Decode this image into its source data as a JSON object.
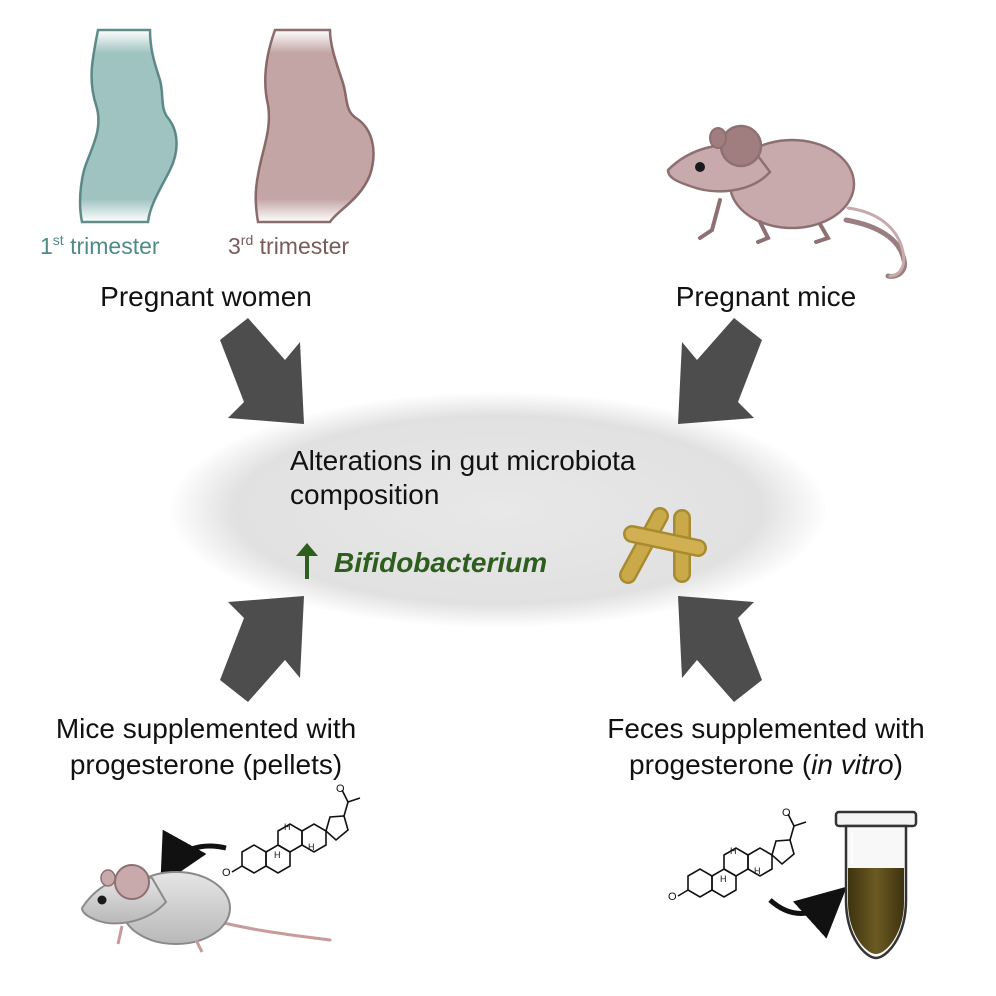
{
  "trimesters": {
    "first": {
      "num": "1",
      "sup": "st",
      "word": " trimester",
      "color": "#4f8a8a"
    },
    "third": {
      "num": "3",
      "sup": "rd",
      "word": " trimester",
      "color": "#7a5a5a"
    }
  },
  "labels": {
    "pregnant_women": "Pregnant women",
    "pregnant_mice": "Pregnant mice",
    "center_line1": "Alterations in gut microbiota",
    "center_line2": "composition",
    "bifido": "Bifidobacterium",
    "mice_line1": "Mice supplemented with",
    "mice_line2": "progesterone (pellets)",
    "feces_line1": "Feces supplemented with",
    "feces_line2a": "progesterone (",
    "feces_line2b": "in vitro",
    "feces_line2c": ")"
  },
  "colors": {
    "arrow": "#4d4d4d",
    "ellipse": "#e3e3e3",
    "bifido_green": "#2e5e1e",
    "women_first": "#9fc3c1",
    "women_third": "#c4a5a5",
    "mouse_pink": "#c8aaac",
    "mouse_grey": "#d4d4d4",
    "bacteria": "#c4a442",
    "tube_liquid": "#5a4a18"
  },
  "icons": {
    "arrows": "diagonal-block-arrow",
    "up_arrow": "up-arrow-icon",
    "bacteria": "rod-bacteria-icon",
    "steroid": "progesterone-structure-icon",
    "tube": "test-tube-icon"
  }
}
